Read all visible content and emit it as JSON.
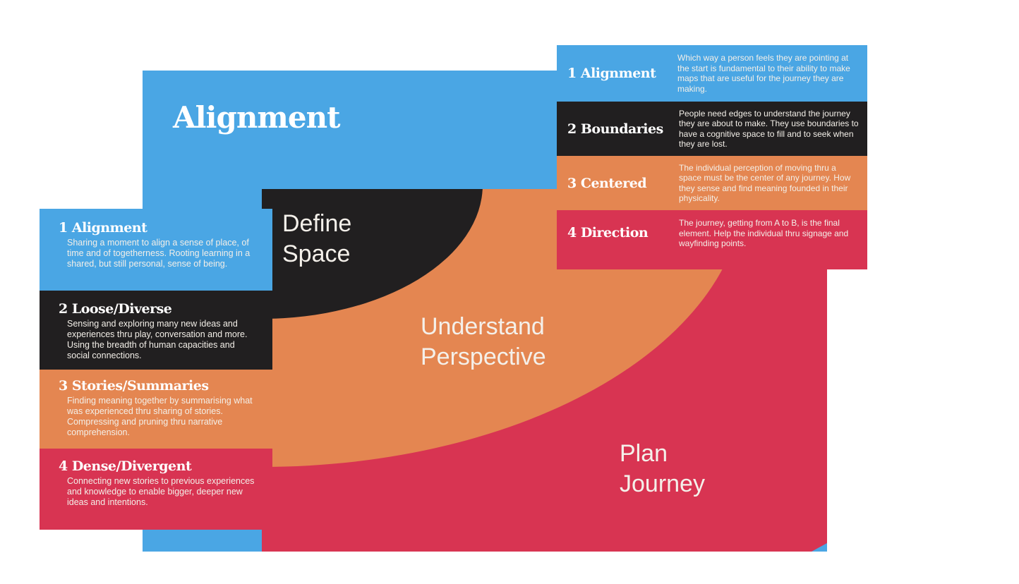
{
  "colors": {
    "blue": "#4aa6e4",
    "black": "#211f20",
    "orange": "#e48651",
    "red": "#d83452"
  },
  "main": {
    "title": "Alignment",
    "zones": [
      {
        "line1": "Define",
        "line2": "Space"
      },
      {
        "line1": "Understand",
        "line2": "Perspective"
      },
      {
        "line1": "Plan",
        "line2": "Journey"
      }
    ]
  },
  "left_panel": [
    {
      "title": "1 Alignment",
      "text": "Sharing a moment to align a sense of place, of time and of togetherness. Rooting learning in a shared, but still personal, sense of being."
    },
    {
      "title": "2 Loose/Diverse",
      "text": "Sensing and exploring many new ideas and experiences thru play, conversation and more. Using the breadth of human capacities and social connections."
    },
    {
      "title": "3 Stories/Summaries",
      "text": "Finding meaning together by summarising what was  experienced thru sharing of stories. Compressing and pruning thru narrative comprehension."
    },
    {
      "title": "4 Dense/Divergent",
      "text": "Connecting new stories to previous experiences and knowledge to enable bigger, deeper new ideas and intentions."
    }
  ],
  "right_panel": [
    {
      "title": "1 Alignment",
      "text": "Which way a person feels they are pointing at the start is fundamental to their ability to make maps that are useful for the journey they are making."
    },
    {
      "title": "2 Boundaries",
      "text": "People need edges to understand the journey they are about to make. They use boundaries to have a cognitive space to fill and to seek when they are lost."
    },
    {
      "title": "3 Centered",
      "text": "The individual perception of moving thru a space must be the center of any journey. How they sense and find meaning founded in their physicality."
    },
    {
      "title": "4 Direction",
      "text": "The journey, getting from A to B, is the final element. Help the individual thru signage and wayfinding points."
    }
  ]
}
